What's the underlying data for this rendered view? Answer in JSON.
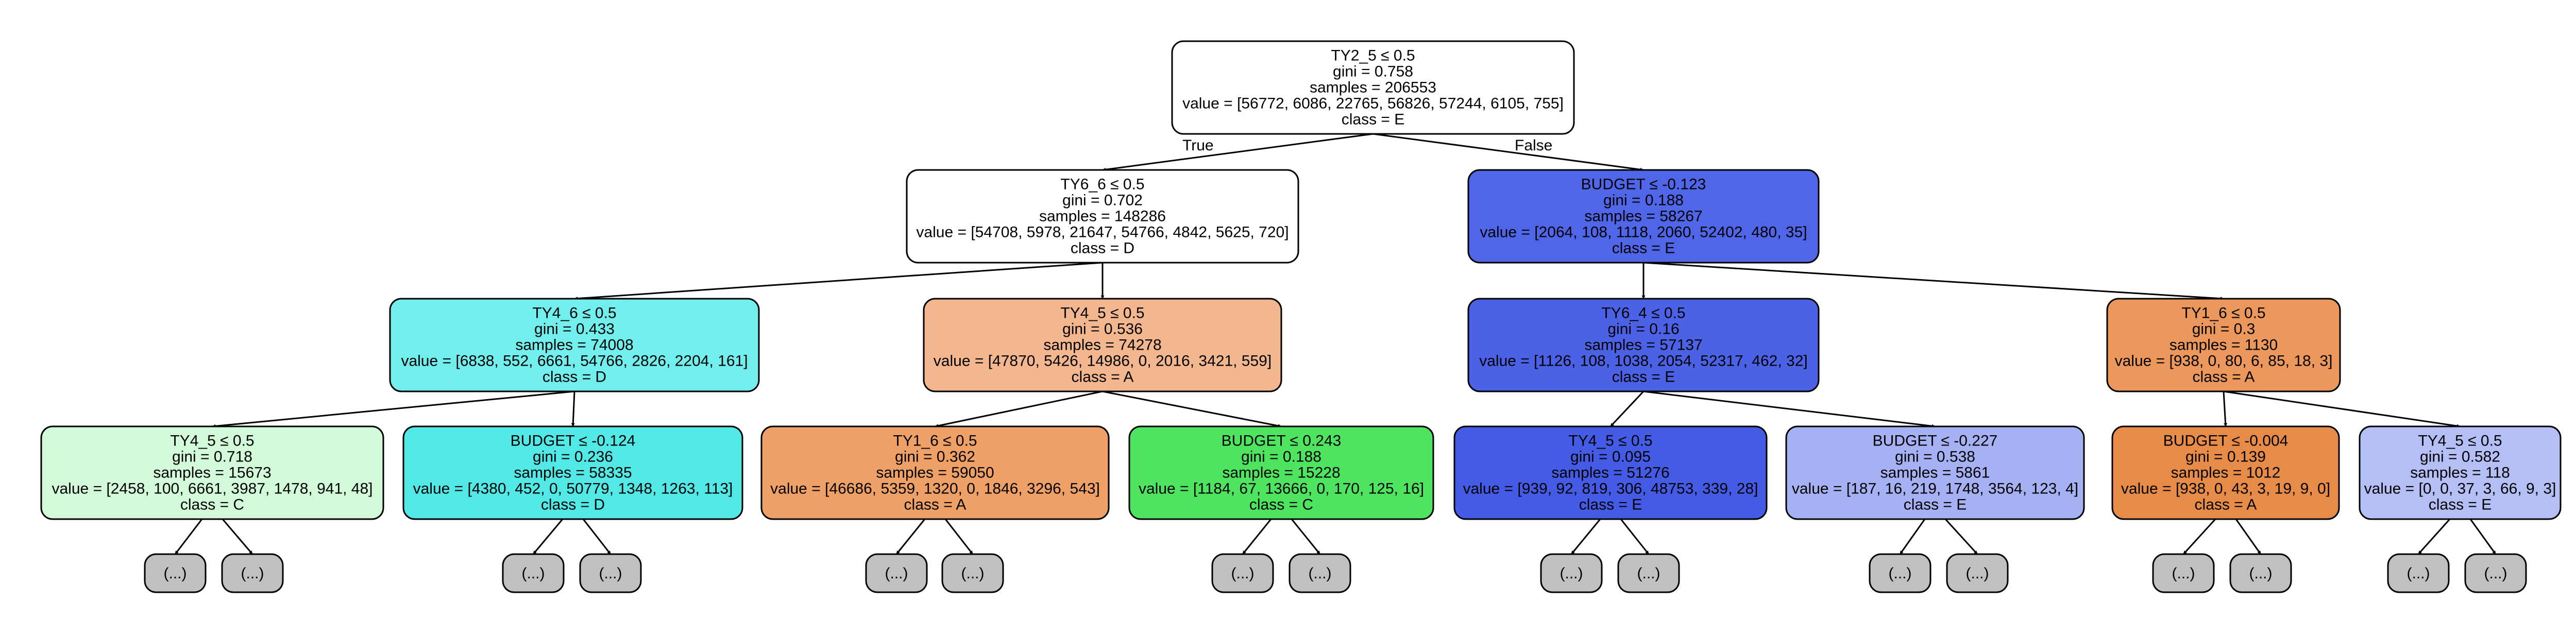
{
  "nodes": [
    {
      "id": "root",
      "lines": [
        "TY2_5 ≤ 0.5",
        "gini = 0.758",
        "samples = 206553",
        "value = [56772, 6086, 22765, 56826, 57244, 6105, 755]",
        "class = E"
      ],
      "fill": "#ffffff"
    },
    {
      "id": "n_ty6_6",
      "lines": [
        "TY6_6 ≤ 0.5",
        "gini = 0.702",
        "samples = 148286",
        "value = [54708, 5978, 21647, 54766, 4842, 5625, 720]",
        "class = D"
      ],
      "fill": "#ffffff"
    },
    {
      "id": "n_budget_a",
      "lines": [
        "BUDGET ≤ -0.123",
        "gini = 0.188",
        "samples = 58267",
        "value = [2064, 108, 1118, 2060, 52402, 480, 35]",
        "class = E"
      ],
      "fill": "#4f66e8"
    },
    {
      "id": "n_ty4_6",
      "lines": [
        "TY4_6 ≤ 0.5",
        "gini = 0.433",
        "samples = 74008",
        "value = [6838, 552, 6661, 54766, 2826, 2204, 161]",
        "class = D"
      ],
      "fill": "#72eeec"
    },
    {
      "id": "n_ty4_5a",
      "lines": [
        "TY4_5 ≤ 0.5",
        "gini = 0.536",
        "samples = 74278",
        "value = [47870, 5426, 14986, 0, 2016, 3421, 559]",
        "class = A"
      ],
      "fill": "#f2b78e"
    },
    {
      "id": "n_ty6_4",
      "lines": [
        "TY6_4 ≤ 0.5",
        "gini = 0.16",
        "samples = 57137",
        "value = [1126, 108, 1038, 2054, 52317, 462, 32]",
        "class = E"
      ],
      "fill": "#4b62e7"
    },
    {
      "id": "n_ty1_6a",
      "lines": [
        "TY1_6 ≤ 0.5",
        "gini = 0.3",
        "samples = 1130",
        "value = [938, 0, 80, 6, 85, 18, 3]",
        "class = A"
      ],
      "fill": "#ec985c"
    },
    {
      "id": "n_ty4_5b",
      "lines": [
        "TY4_5 ≤ 0.5",
        "gini = 0.718",
        "samples = 15673",
        "value = [2458, 100, 6661, 3987, 1478, 941, 48]",
        "class = C"
      ],
      "fill": "#d2f9d8"
    },
    {
      "id": "n_budget_b",
      "lines": [
        "BUDGET ≤ -0.124",
        "gini = 0.236",
        "samples = 58335",
        "value = [4380, 452, 0, 50779, 1348, 1263, 113]",
        "class = D"
      ],
      "fill": "#52e8e6"
    },
    {
      "id": "n_ty1_6b",
      "lines": [
        "TY1_6 ≤ 0.5",
        "gini = 0.362",
        "samples = 59050",
        "value = [46686, 5359, 1320, 0, 1846, 3296, 543]",
        "class = A"
      ],
      "fill": "#eea066"
    },
    {
      "id": "n_budget_c",
      "lines": [
        "BUDGET ≤ 0.243",
        "gini = 0.188",
        "samples = 15228",
        "value = [1184, 67, 13666, 0, 170, 125, 16]",
        "class = C"
      ],
      "fill": "#4ee45f"
    },
    {
      "id": "n_ty4_5c",
      "lines": [
        "TY4_5 ≤ 0.5",
        "gini = 0.095",
        "samples = 51276",
        "value = [939, 92, 819, 306, 48753, 339, 28]",
        "class = E"
      ],
      "fill": "#435be5"
    },
    {
      "id": "n_budget_d",
      "lines": [
        "BUDGET ≤ -0.227",
        "gini = 0.538",
        "samples = 5861",
        "value = [187, 16, 219, 1748, 3564, 123, 4]",
        "class = E"
      ],
      "fill": "#a5b1f3"
    },
    {
      "id": "n_budget_e",
      "lines": [
        "BUDGET ≤ -0.004",
        "gini = 0.139",
        "samples = 1012",
        "value = [938, 0, 43, 3, 19, 9, 0]",
        "class = A"
      ],
      "fill": "#e78b48"
    },
    {
      "id": "n_ty4_5d",
      "lines": [
        "TY4_5 ≤ 0.5",
        "gini = 0.582",
        "samples = 118",
        "value = [0, 0, 37, 3, 66, 9, 3]",
        "class = E"
      ],
      "fill": "#b4bff5"
    }
  ],
  "ellipsis_label": "(...)",
  "ellipsis_fill": "#c0c0c0",
  "edge_labels": {
    "true_label": "True",
    "false_label": "False"
  },
  "edges": [
    [
      "root",
      "n_ty6_6"
    ],
    [
      "root",
      "n_budget_a"
    ],
    [
      "n_ty6_6",
      "n_ty4_6"
    ],
    [
      "n_ty6_6",
      "n_ty4_5a"
    ],
    [
      "n_budget_a",
      "n_ty6_4"
    ],
    [
      "n_budget_a",
      "n_ty1_6a"
    ],
    [
      "n_ty4_6",
      "n_ty4_5b"
    ],
    [
      "n_ty4_6",
      "n_budget_b"
    ],
    [
      "n_ty4_5a",
      "n_ty1_6b"
    ],
    [
      "n_ty4_5a",
      "n_budget_c"
    ],
    [
      "n_ty6_4",
      "n_ty4_5c"
    ],
    [
      "n_ty6_4",
      "n_budget_d"
    ],
    [
      "n_ty1_6a",
      "n_budget_e"
    ],
    [
      "n_ty1_6a",
      "n_ty4_5d"
    ]
  ]
}
